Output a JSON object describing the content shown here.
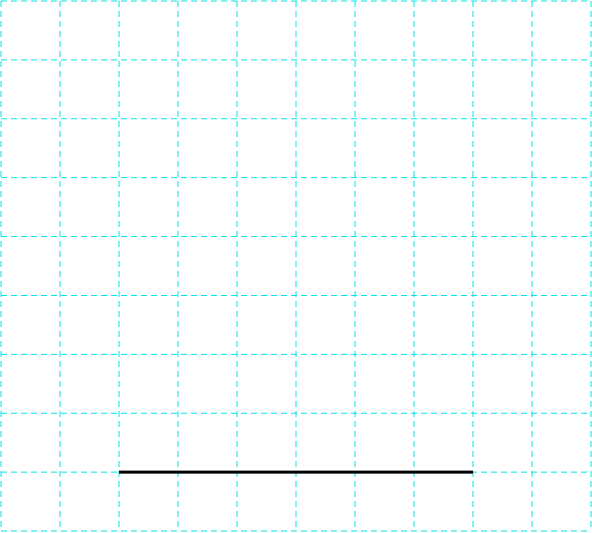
{
  "diagram": {
    "grid": {
      "columns": 10,
      "rows": 9,
      "color": "#00e5e5",
      "style": "dashed"
    },
    "segment": {
      "color": "#000000",
      "from": {
        "col": 2,
        "row": 8
      },
      "to": {
        "col": 8,
        "row": 8
      }
    }
  }
}
